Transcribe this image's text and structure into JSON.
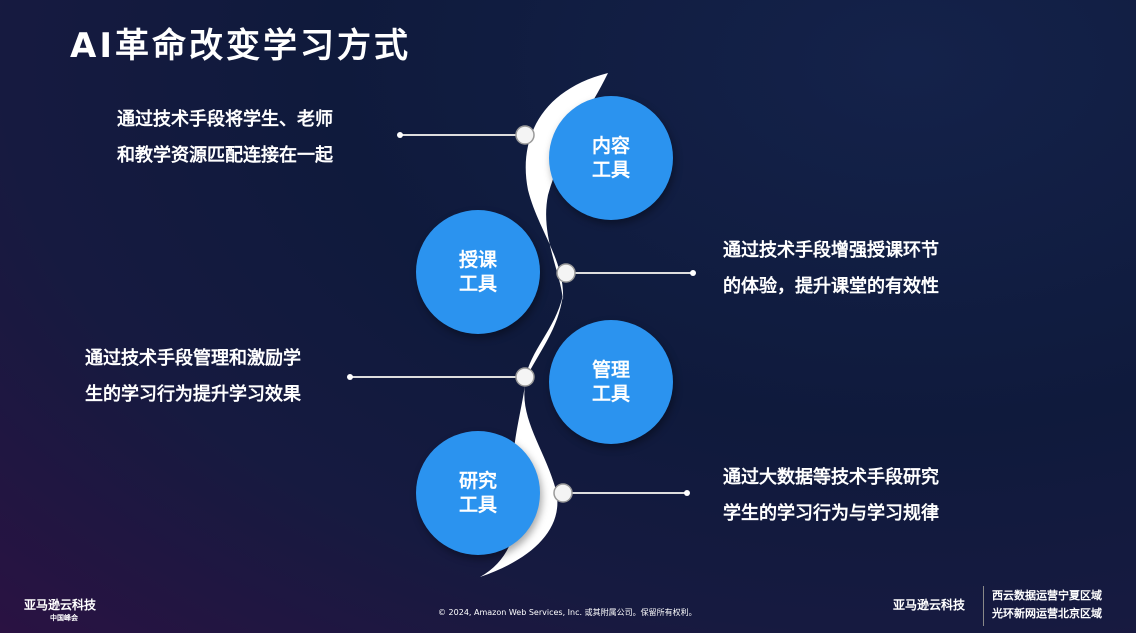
{
  "title": "AI革命改变学习方式",
  "tools": [
    {
      "name_line1": "内容",
      "name_line2": "工具",
      "desc_line1": "通过技术手段将学生、老师",
      "desc_line2": "和教学资源匹配连接在一起"
    },
    {
      "name_line1": "授课",
      "name_line2": "工具",
      "desc_line1": "通过技术手段增强授课环节",
      "desc_line2": "的体验，提升课堂的有效性"
    },
    {
      "name_line1": "管理",
      "name_line2": "工具",
      "desc_line1": "通过技术手段管理和激励学",
      "desc_line2": "生的学习行为提升学习效果"
    },
    {
      "name_line1": "研究",
      "name_line2": "工具",
      "desc_line1": "通过大数据等技术手段研究",
      "desc_line2": "学生的学习行为与学习规律"
    }
  ],
  "footer": {
    "left_logo": "亚马逊云科技",
    "left_logo_sub": "中国峰会",
    "copyright": "© 2024, Amazon Web Services, Inc. 或其附属公司。保留所有权利。",
    "right_logo": "亚马逊云科技",
    "region1": "西云数据运营宁夏区域",
    "region2": "光环新网运营北京区域"
  },
  "colors": {
    "circle": "#2b93ef"
  }
}
